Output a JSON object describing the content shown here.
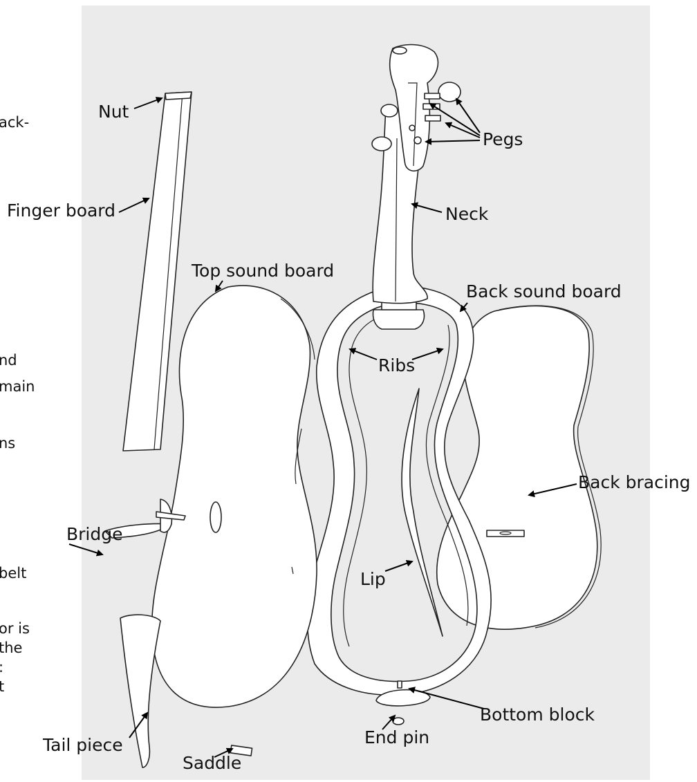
{
  "background": {
    "panel_color": "#ebebeb",
    "page_color": "#ffffff",
    "line_color": "#222222"
  },
  "side_text_fragments": [
    "ack-",
    "nd",
    "main",
    "ns",
    "belt",
    "or is",
    "the",
    ":",
    "t"
  ],
  "labels": {
    "nut": "Nut",
    "finger_board": "Finger board",
    "pegs": "Pegs",
    "neck": "Neck",
    "top_sound_board": "Top sound board",
    "back_sound_board": "Back sound board",
    "ribs": "Ribs",
    "back_bracing": "Back bracing",
    "bridge": "Bridge",
    "lip": "Lip",
    "bottom_block": "Bottom block",
    "end_pin": "End pin",
    "tail_piece": "Tail piece",
    "saddle": "Saddle"
  }
}
